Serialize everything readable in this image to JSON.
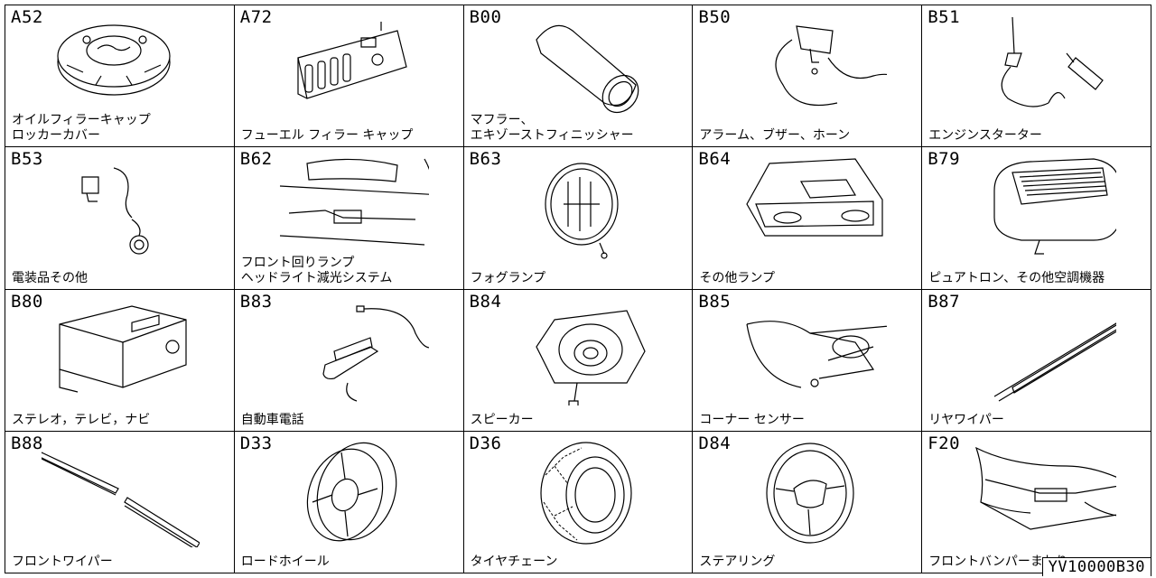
{
  "reference_code": "YV10000B30",
  "cells": [
    {
      "code": "A52",
      "label_lines": [
        "オイルフィラーキャップ",
        "ロッカーカバー"
      ],
      "icon": "oil-filler-cap-icon"
    },
    {
      "code": "A72",
      "label_lines": [
        "フューエル フィラー キャップ"
      ],
      "icon": "fuel-filler-cap-icon"
    },
    {
      "code": "B00",
      "label_lines": [
        "マフラー、",
        "エキゾーストフィニッシャー"
      ],
      "icon": "muffler-icon"
    },
    {
      "code": "B50",
      "label_lines": [
        "アラーム、ブザー、ホーン"
      ],
      "icon": "horn-icon"
    },
    {
      "code": "B51",
      "label_lines": [
        "エンジンスターター"
      ],
      "icon": "engine-starter-icon"
    },
    {
      "code": "B53",
      "label_lines": [
        "電装品その他"
      ],
      "icon": "electrical-parts-icon"
    },
    {
      "code": "B62",
      "label_lines": [
        "フロント回りランプ",
        "ヘッドライト減光システム"
      ],
      "icon": "front-lamp-icon"
    },
    {
      "code": "B63",
      "label_lines": [
        "フォグランプ"
      ],
      "icon": "fog-lamp-icon"
    },
    {
      "code": "B64",
      "label_lines": [
        "その他ランプ"
      ],
      "icon": "room-lamp-icon"
    },
    {
      "code": "B79",
      "label_lines": [
        "ピュアトロン、その他空調機器"
      ],
      "icon": "air-purifier-icon"
    },
    {
      "code": "B80",
      "label_lines": [
        "ステレオ，テレビ，ナビ"
      ],
      "icon": "stereo-icon"
    },
    {
      "code": "B83",
      "label_lines": [
        "自動車電話"
      ],
      "icon": "car-phone-icon"
    },
    {
      "code": "B84",
      "label_lines": [
        "スピーカー"
      ],
      "icon": "speaker-icon"
    },
    {
      "code": "B85",
      "label_lines": [
        "コーナー センサー"
      ],
      "icon": "corner-sensor-icon"
    },
    {
      "code": "B87",
      "label_lines": [
        "リヤワイパー"
      ],
      "icon": "rear-wiper-icon"
    },
    {
      "code": "B88",
      "label_lines": [
        "フロントワイパー"
      ],
      "icon": "front-wiper-icon"
    },
    {
      "code": "D33",
      "label_lines": [
        "ロードホイール"
      ],
      "icon": "road-wheel-icon"
    },
    {
      "code": "D36",
      "label_lines": [
        "タイヤチェーン"
      ],
      "icon": "tire-chain-icon"
    },
    {
      "code": "D84",
      "label_lines": [
        "ステアリング"
      ],
      "icon": "steering-wheel-icon"
    },
    {
      "code": "F20",
      "label_lines": [
        "フロントバンパーまわり"
      ],
      "icon": "front-bumper-icon"
    }
  ]
}
